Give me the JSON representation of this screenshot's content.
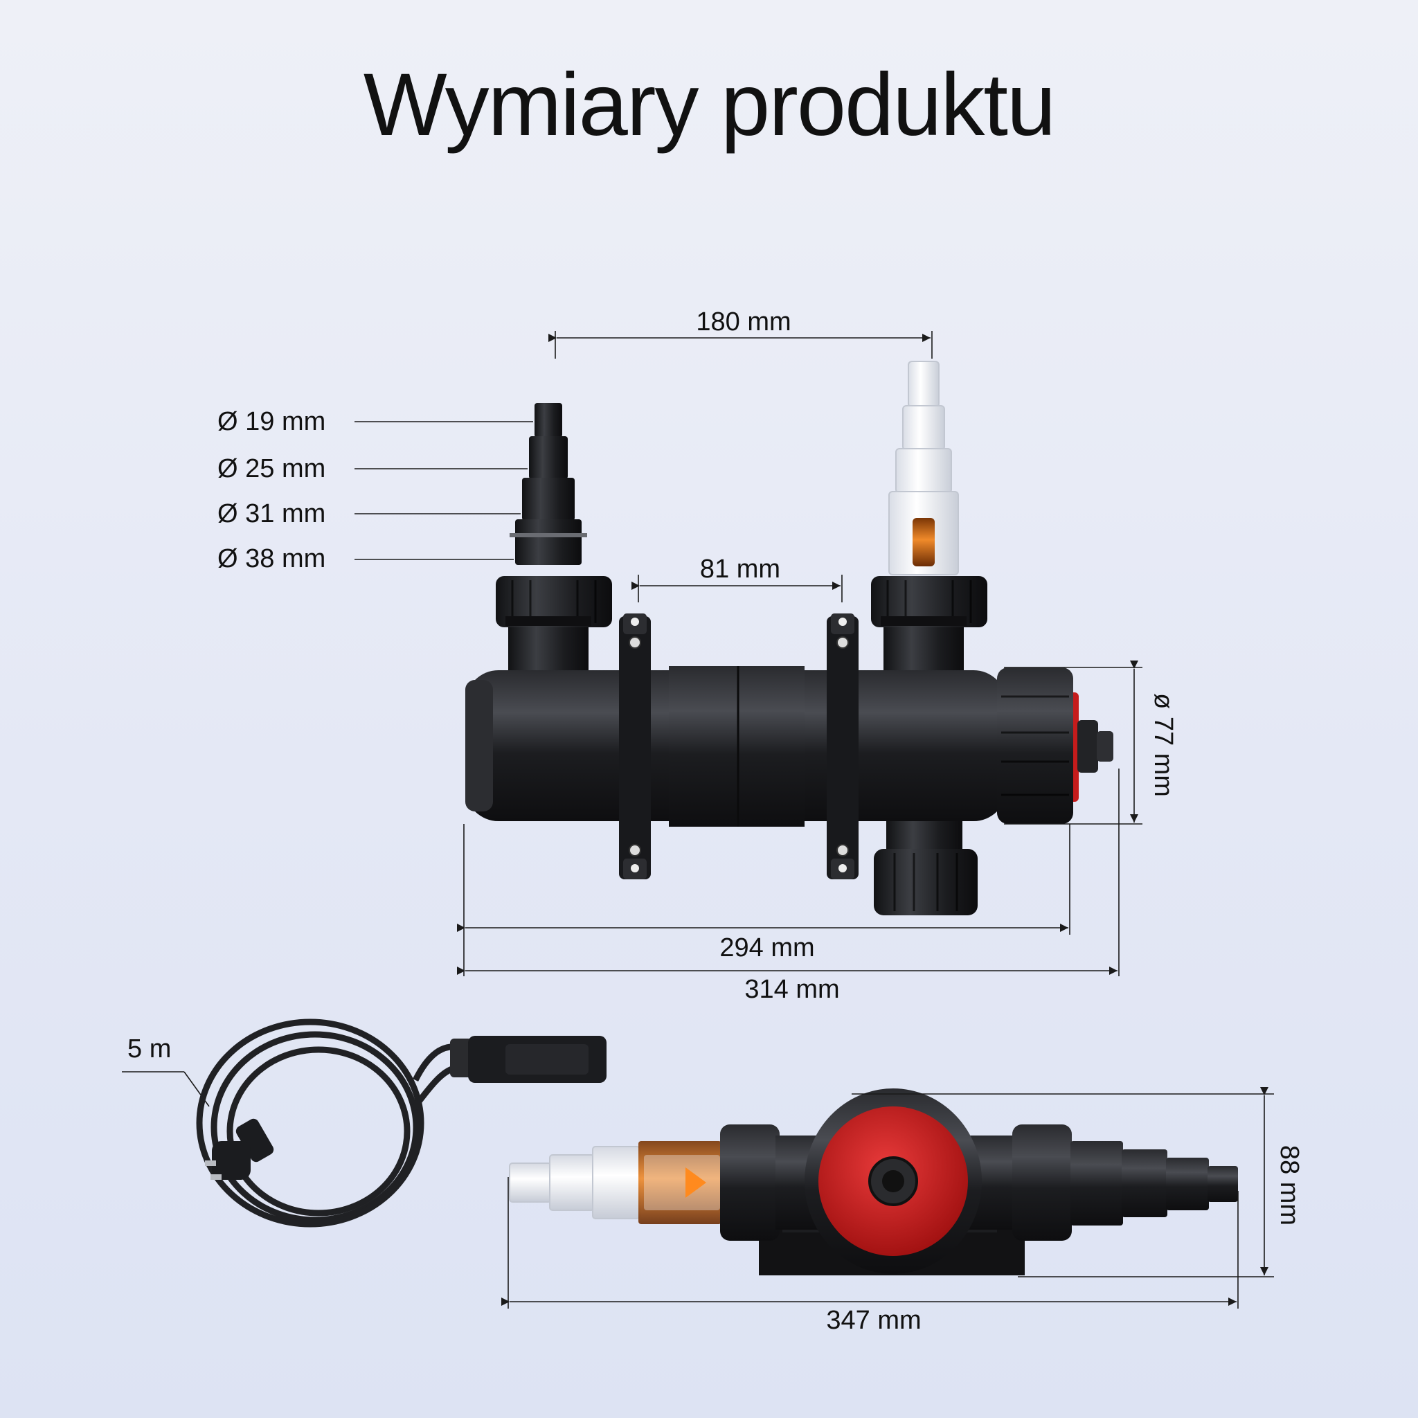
{
  "title": "Wymiary produktu",
  "dimensions": {
    "inlet_spacing": "180 mm",
    "clamp_spacing": "81 mm",
    "body_length": "294 mm",
    "total_length": "314 mm",
    "body_diameter": "ø 77 mm",
    "side_length": "347 mm",
    "side_height": "88 mm",
    "cable_length": "5 m"
  },
  "nozzle_diameters": [
    "Ø 19 mm",
    "Ø 25 mm",
    "Ø 31 mm",
    "Ø 38 mm"
  ],
  "colors": {
    "body": "#1c1d20",
    "cap": "#d11f1f",
    "clear_nozzle": "#f2f4f8",
    "orange": "#e06a1a",
    "dimension_line": "#1a1a1a"
  }
}
